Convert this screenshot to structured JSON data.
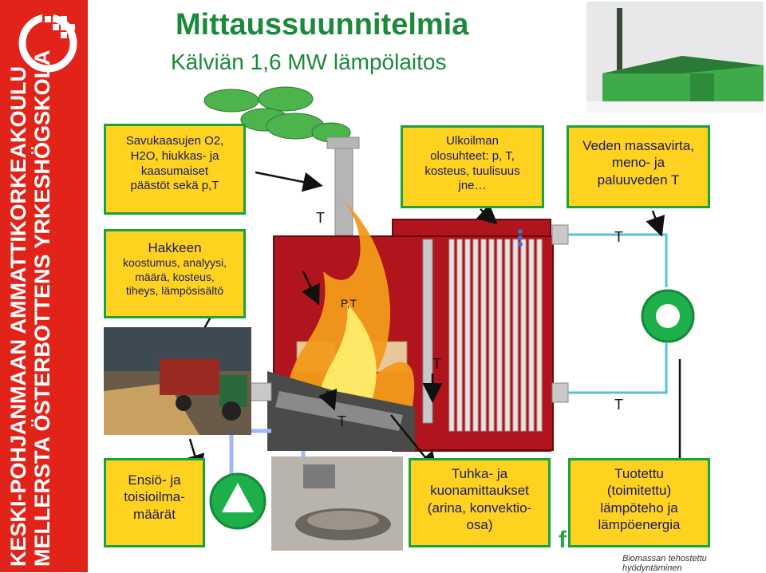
{
  "title": "Mittaussuunnitelmia",
  "subtitle": "Kälviän 1,6 MW lämpölaitos",
  "sidebar": {
    "line1": "KESKI-POHJANMAAN AMMATTIKORKEAKOULU",
    "line2": "MELLERSTA ÖSTERBOTTENS YRKESHÖGSKOLA"
  },
  "boxes": {
    "flue_gas": {
      "lines": [
        "Savukaasujen O2,",
        "H2O, hiukkas- ja",
        "kaasumaiset",
        "päästöt sekä p,T"
      ]
    },
    "fuel": {
      "lines": [
        "Hakkeen",
        "koostumus, analyysi,",
        "määrä, kosteus,",
        "tiheys, lämpösisältö"
      ]
    },
    "outdoor": {
      "lines": [
        "Ulkoilman",
        "olosuhteet: p, T,",
        "kosteus, tuulisuus",
        "jne…"
      ]
    },
    "water": {
      "lines": [
        "Veden massavirta,",
        "meno- ja",
        "paluuveden T"
      ]
    },
    "air": {
      "lines": [
        "Ensiö- ja",
        "toisioilma-",
        "määrät"
      ]
    },
    "ash": {
      "lines": [
        "Tuhka- ja",
        "kuonamittaukset",
        "(arina, konvektio-",
        "osa)"
      ]
    },
    "output": {
      "lines": [
        "Tuotettu",
        "(toimitettu)",
        "lämpöteho ja",
        "lämpöenergia"
      ]
    }
  },
  "labels": {
    "t_chimney": "T",
    "pt_furnace": "P,T",
    "t_convection": "T",
    "t_grate": "T",
    "t_water_top": "T",
    "t_water_bottom": "T"
  },
  "watermark": {
    "brand": "f          t",
    "tagline": "Biomassan tehostettu hyödyntäminen"
  },
  "colors": {
    "sidebar": "#e2231a",
    "title": "#1a8a3a",
    "box_fill": "#ffd21f",
    "box_border": "#1aa33a",
    "boiler": "#b0141c",
    "pipe": "#55c0e0"
  }
}
